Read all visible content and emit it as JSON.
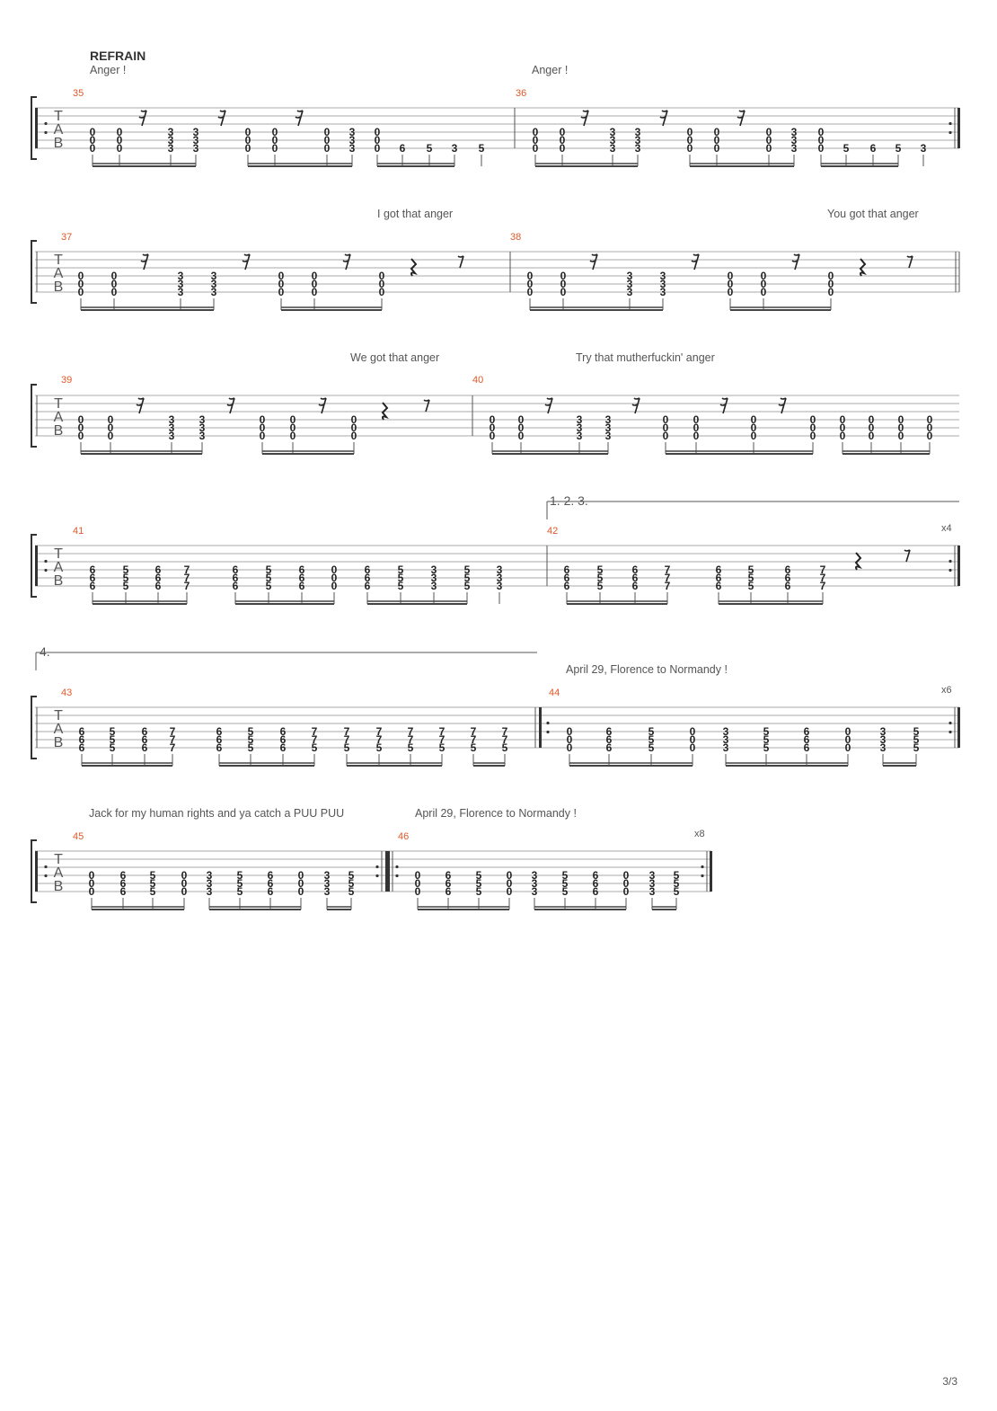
{
  "section_title": "REFRAIN",
  "page_number": "3/3",
  "lyrics": {
    "l1": "Anger !",
    "l2": "Anger !",
    "l3": "I got that anger",
    "l4": "You got that anger",
    "l5": "We got that anger",
    "l6": "Try that mutherfuckin'  anger",
    "l7": "April 29, Florence to Normandy !",
    "l8": "Jack for my human rights and ya catch a PUU PUU",
    "l9": "April 29, Florence to Normandy !"
  },
  "measures": {
    "m35": "35",
    "m36": "36",
    "m37": "37",
    "m38": "38",
    "m39": "39",
    "m40": "40",
    "m41": "41",
    "m42": "42",
    "m43": "43",
    "m44": "44",
    "m45": "45",
    "m46": "46"
  },
  "endings": {
    "e1": "1. 2. 3.",
    "e2": "4."
  },
  "repeats": {
    "r1": "x4",
    "r2": "x6",
    "r3": "x8"
  },
  "tab_clef": [
    "T",
    "A",
    "B"
  ],
  "systems": [
    {
      "measures": [
        {
          "beats": [
            {
              "f": [
                "0",
                "0",
                "0"
              ]
            },
            {
              "f": [
                "0",
                "0",
                "0"
              ]
            },
            {
              "rest": "16"
            },
            {
              "f": [
                "3",
                "3",
                "3"
              ]
            },
            {
              "f": [
                "3",
                "3",
                "3"
              ]
            },
            {
              "rest": "16"
            },
            {
              "f": [
                "0",
                "0",
                "0"
              ]
            },
            {
              "f": [
                "0",
                "0",
                "0"
              ]
            },
            {
              "rest": "16"
            },
            {
              "f": [
                "0",
                "0",
                "0"
              ]
            },
            {
              "f": [
                "3",
                "3",
                "3"
              ]
            },
            {
              "f": [
                "0",
                "0",
                "0"
              ]
            },
            {
              "f": [
                "",
                "",
                "6"
              ]
            },
            {
              "f": [
                "",
                "",
                "5"
              ]
            },
            {
              "f": [
                "",
                "",
                "3"
              ]
            },
            {
              "f": [
                "",
                "",
                "5"
              ]
            }
          ]
        },
        {
          "beats": [
            {
              "f": [
                "0",
                "0",
                "0"
              ]
            },
            {
              "f": [
                "0",
                "0",
                "0"
              ]
            },
            {
              "rest": "16"
            },
            {
              "f": [
                "3",
                "3",
                "3"
              ]
            },
            {
              "f": [
                "3",
                "3",
                "3"
              ]
            },
            {
              "rest": "16"
            },
            {
              "f": [
                "0",
                "0",
                "0"
              ]
            },
            {
              "f": [
                "0",
                "0",
                "0"
              ]
            },
            {
              "rest": "16"
            },
            {
              "f": [
                "0",
                "0",
                "0"
              ]
            },
            {
              "f": [
                "3",
                "3",
                "3"
              ]
            },
            {
              "f": [
                "0",
                "0",
                "0"
              ]
            },
            {
              "f": [
                "",
                "",
                "5"
              ]
            },
            {
              "f": [
                "",
                "",
                "6"
              ]
            },
            {
              "f": [
                "",
                "",
                "5"
              ]
            },
            {
              "f": [
                "",
                "",
                "3"
              ]
            }
          ]
        }
      ]
    },
    {
      "measures": [
        {
          "beats": [
            {
              "f": [
                "0",
                "0",
                "0"
              ]
            },
            {
              "f": [
                "0",
                "0",
                "0"
              ]
            },
            {
              "rest": "16"
            },
            {
              "f": [
                "3",
                "3",
                "3"
              ]
            },
            {
              "f": [
                "3",
                "3",
                "3"
              ]
            },
            {
              "rest": "16"
            },
            {
              "f": [
                "0",
                "0",
                "0"
              ]
            },
            {
              "f": [
                "0",
                "0",
                "0"
              ]
            },
            {
              "rest": "16"
            },
            {
              "f": [
                "0",
                "0",
                "0"
              ]
            },
            {
              "rest": "4"
            },
            {
              "rest": "8"
            }
          ]
        },
        {
          "beats": [
            {
              "f": [
                "0",
                "0",
                "0"
              ]
            },
            {
              "f": [
                "0",
                "0",
                "0"
              ]
            },
            {
              "rest": "16"
            },
            {
              "f": [
                "3",
                "3",
                "3"
              ]
            },
            {
              "f": [
                "3",
                "3",
                "3"
              ]
            },
            {
              "rest": "16"
            },
            {
              "f": [
                "0",
                "0",
                "0"
              ]
            },
            {
              "f": [
                "0",
                "0",
                "0"
              ]
            },
            {
              "rest": "16"
            },
            {
              "f": [
                "0",
                "0",
                "0"
              ]
            },
            {
              "rest": "4"
            },
            {
              "rest": "8"
            }
          ]
        }
      ]
    },
    {
      "measures": [
        {
          "beats": [
            {
              "f": [
                "0",
                "0",
                "0"
              ]
            },
            {
              "f": [
                "0",
                "0",
                "0"
              ]
            },
            {
              "rest": "16"
            },
            {
              "f": [
                "3",
                "3",
                "3"
              ]
            },
            {
              "f": [
                "3",
                "3",
                "3"
              ]
            },
            {
              "rest": "16"
            },
            {
              "f": [
                "0",
                "0",
                "0"
              ]
            },
            {
              "f": [
                "0",
                "0",
                "0"
              ]
            },
            {
              "rest": "16"
            },
            {
              "f": [
                "0",
                "0",
                "0"
              ]
            },
            {
              "rest": "4"
            },
            {
              "rest": "8"
            }
          ]
        },
        {
          "beats": [
            {
              "f": [
                "0",
                "0",
                "0"
              ]
            },
            {
              "f": [
                "0",
                "0",
                "0"
              ]
            },
            {
              "rest": "16"
            },
            {
              "f": [
                "3",
                "3",
                "3"
              ]
            },
            {
              "f": [
                "3",
                "3",
                "3"
              ]
            },
            {
              "rest": "16"
            },
            {
              "f": [
                "0",
                "0",
                "0"
              ]
            },
            {
              "f": [
                "0",
                "0",
                "0"
              ]
            },
            {
              "rest": "16"
            },
            {
              "f": [
                "0",
                "0",
                "0"
              ]
            },
            {
              "rest": "16"
            },
            {
              "f": [
                "0",
                "0",
                "0"
              ]
            },
            {
              "f": [
                "0",
                "0",
                "0"
              ]
            },
            {
              "f": [
                "0",
                "0",
                "0"
              ]
            },
            {
              "f": [
                "0",
                "0",
                "0"
              ]
            },
            {
              "f": [
                "0",
                "0",
                "0"
              ]
            }
          ]
        }
      ]
    },
    {
      "measures": [
        {
          "beats": [
            {
              "f": [
                "6",
                "6",
                "6"
              ]
            },
            {
              "f": [
                "5",
                "5",
                "5"
              ]
            },
            {
              "f": [
                "6",
                "6",
                "6"
              ]
            },
            {
              "f": [
                "7",
                "7",
                "7"
              ]
            },
            {
              "f": [
                "6",
                "6",
                "6"
              ]
            },
            {
              "f": [
                "5",
                "5",
                "5"
              ]
            },
            {
              "f": [
                "6",
                "6",
                "6"
              ]
            },
            {
              "f": [
                "0",
                "0",
                "0"
              ]
            },
            {
              "f": [
                "6",
                "6",
                "6"
              ]
            },
            {
              "f": [
                "5",
                "5",
                "5"
              ]
            },
            {
              "f": [
                "3",
                "3",
                "3"
              ]
            },
            {
              "f": [
                "5",
                "5",
                "5"
              ]
            },
            {
              "f": [
                "3",
                "3",
                "3"
              ]
            }
          ]
        },
        {
          "beats": [
            {
              "f": [
                "6",
                "6",
                "6"
              ]
            },
            {
              "f": [
                "5",
                "5",
                "5"
              ]
            },
            {
              "f": [
                "6",
                "6",
                "6"
              ]
            },
            {
              "f": [
                "7",
                "7",
                "7"
              ]
            },
            {
              "f": [
                "6",
                "6",
                "6"
              ]
            },
            {
              "f": [
                "5",
                "5",
                "5"
              ]
            },
            {
              "f": [
                "6",
                "6",
                "6"
              ]
            },
            {
              "f": [
                "7",
                "7",
                "7"
              ]
            },
            {
              "rest": "4"
            },
            {
              "rest": "8"
            }
          ]
        }
      ]
    },
    {
      "measures": [
        {
          "beats": [
            {
              "f": [
                "6",
                "6",
                "6"
              ]
            },
            {
              "f": [
                "5",
                "5",
                "5"
              ]
            },
            {
              "f": [
                "6",
                "6",
                "6"
              ]
            },
            {
              "f": [
                "7",
                "7",
                "7"
              ]
            },
            {
              "f": [
                "6",
                "6",
                "6"
              ]
            },
            {
              "f": [
                "5",
                "5",
                "5"
              ]
            },
            {
              "f": [
                "6",
                "6",
                "6"
              ]
            },
            {
              "f": [
                "7",
                "7",
                "5"
              ]
            },
            {
              "f": [
                "7",
                "7",
                "5"
              ]
            },
            {
              "f": [
                "7",
                "7",
                "5"
              ]
            },
            {
              "f": [
                "7",
                "7",
                "5"
              ]
            },
            {
              "f": [
                "7",
                "7",
                "5"
              ]
            },
            {
              "f": [
                "7",
                "7",
                "5"
              ]
            },
            {
              "f": [
                "7",
                "7",
                "5"
              ]
            }
          ]
        },
        {
          "beats": [
            {
              "f": [
                "0",
                "0",
                "0"
              ]
            },
            {
              "f": [
                "6",
                "6",
                "6"
              ]
            },
            {
              "f": [
                "5",
                "5",
                "5"
              ]
            },
            {
              "f": [
                "0",
                "0",
                "0"
              ]
            },
            {
              "f": [
                "3",
                "3",
                "3"
              ]
            },
            {
              "f": [
                "5",
                "5",
                "5"
              ]
            },
            {
              "f": [
                "6",
                "6",
                "6"
              ]
            },
            {
              "f": [
                "0",
                "0",
                "0"
              ]
            },
            {
              "f": [
                "3",
                "3",
                "3"
              ]
            },
            {
              "f": [
                "5",
                "5",
                "5"
              ]
            }
          ]
        }
      ]
    },
    {
      "measures": [
        {
          "beats": [
            {
              "f": [
                "0",
                "0",
                "0"
              ]
            },
            {
              "f": [
                "6",
                "6",
                "6"
              ]
            },
            {
              "f": [
                "5",
                "5",
                "5"
              ]
            },
            {
              "f": [
                "0",
                "0",
                "0"
              ]
            },
            {
              "f": [
                "3",
                "3",
                "3"
              ]
            },
            {
              "f": [
                "5",
                "5",
                "5"
              ]
            },
            {
              "f": [
                "6",
                "6",
                "6"
              ]
            },
            {
              "f": [
                "0",
                "0",
                "0"
              ]
            },
            {
              "f": [
                "3",
                "3",
                "3"
              ]
            },
            {
              "f": [
                "5",
                "5",
                "5"
              ]
            }
          ]
        },
        {
          "beats": [
            {
              "f": [
                "0",
                "0",
                "0"
              ]
            },
            {
              "f": [
                "6",
                "6",
                "6"
              ]
            },
            {
              "f": [
                "5",
                "5",
                "5"
              ]
            },
            {
              "f": [
                "0",
                "0",
                "0"
              ]
            },
            {
              "f": [
                "3",
                "3",
                "3"
              ]
            },
            {
              "f": [
                "5",
                "5",
                "5"
              ]
            },
            {
              "f": [
                "6",
                "6",
                "6"
              ]
            },
            {
              "f": [
                "0",
                "0",
                "0"
              ]
            },
            {
              "f": [
                "3",
                "3",
                "3"
              ]
            },
            {
              "f": [
                "5",
                "5",
                "5"
              ]
            }
          ]
        }
      ]
    }
  ]
}
